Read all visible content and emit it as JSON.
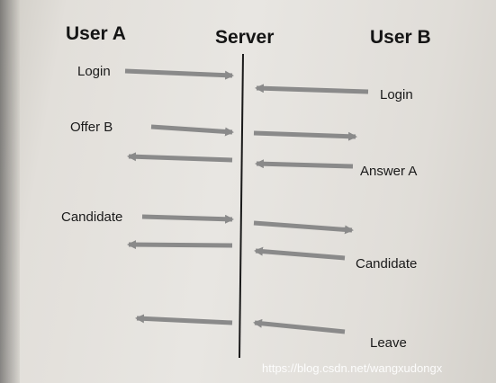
{
  "headers": {
    "user_a": "User A",
    "server": "Server",
    "user_b": "User B"
  },
  "labels": {
    "login_a": "Login",
    "offer_b": "Offer B",
    "candidate_a": "Candidate",
    "login_b": "Login",
    "answer_a": "Answer A",
    "candidate_b": "Candidate",
    "leave": "Leave"
  },
  "watermark": "https://blog.csdn.net/wangxudongx",
  "colors": {
    "arrow": "#8a8a8a",
    "lifeline": "#1a1a1a",
    "text": "#151515"
  }
}
